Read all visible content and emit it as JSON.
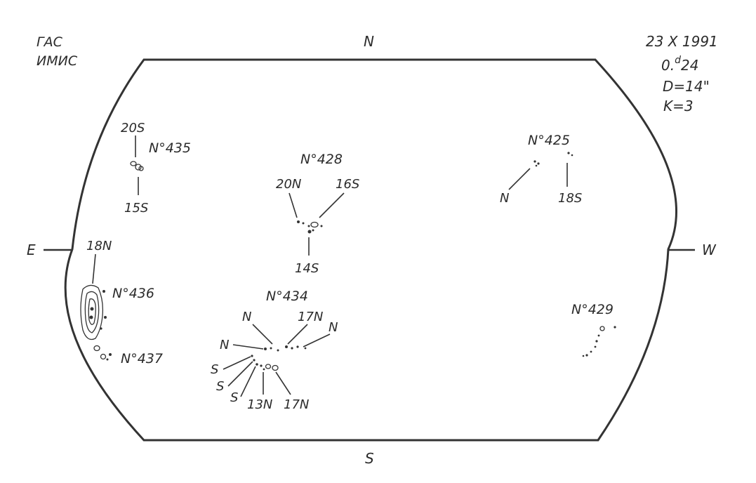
{
  "corner": {
    "org_line1": "ГАС",
    "org_line2": "ИМИС",
    "date": "23 X 1991",
    "time_base": "0.",
    "time_sup": "d",
    "time_rest": "24",
    "diameter": "D=14\"",
    "k": "K=3"
  },
  "cardinals": {
    "north": "N",
    "south": "S",
    "east": "E",
    "west": "W"
  },
  "groups": {
    "g435": {
      "name": "N°435",
      "top": "20S",
      "bottom": "15S"
    },
    "g428": {
      "name": "N°428",
      "left": "20N",
      "right": "16S",
      "bottom": "14S"
    },
    "g425": {
      "name": "N°425",
      "left": "N",
      "right": "18S"
    },
    "g436": {
      "name": "N°436",
      "top": "18N"
    },
    "g437": {
      "name": "N°437"
    },
    "g434": {
      "name": "N°434",
      "n1": "N",
      "n2": "17N",
      "n3": "N",
      "n4": "N",
      "s1": "S",
      "s2": "S",
      "s3": "S",
      "b1": "13N",
      "b2": "17N"
    },
    "g429": {
      "name": "N°429"
    }
  }
}
